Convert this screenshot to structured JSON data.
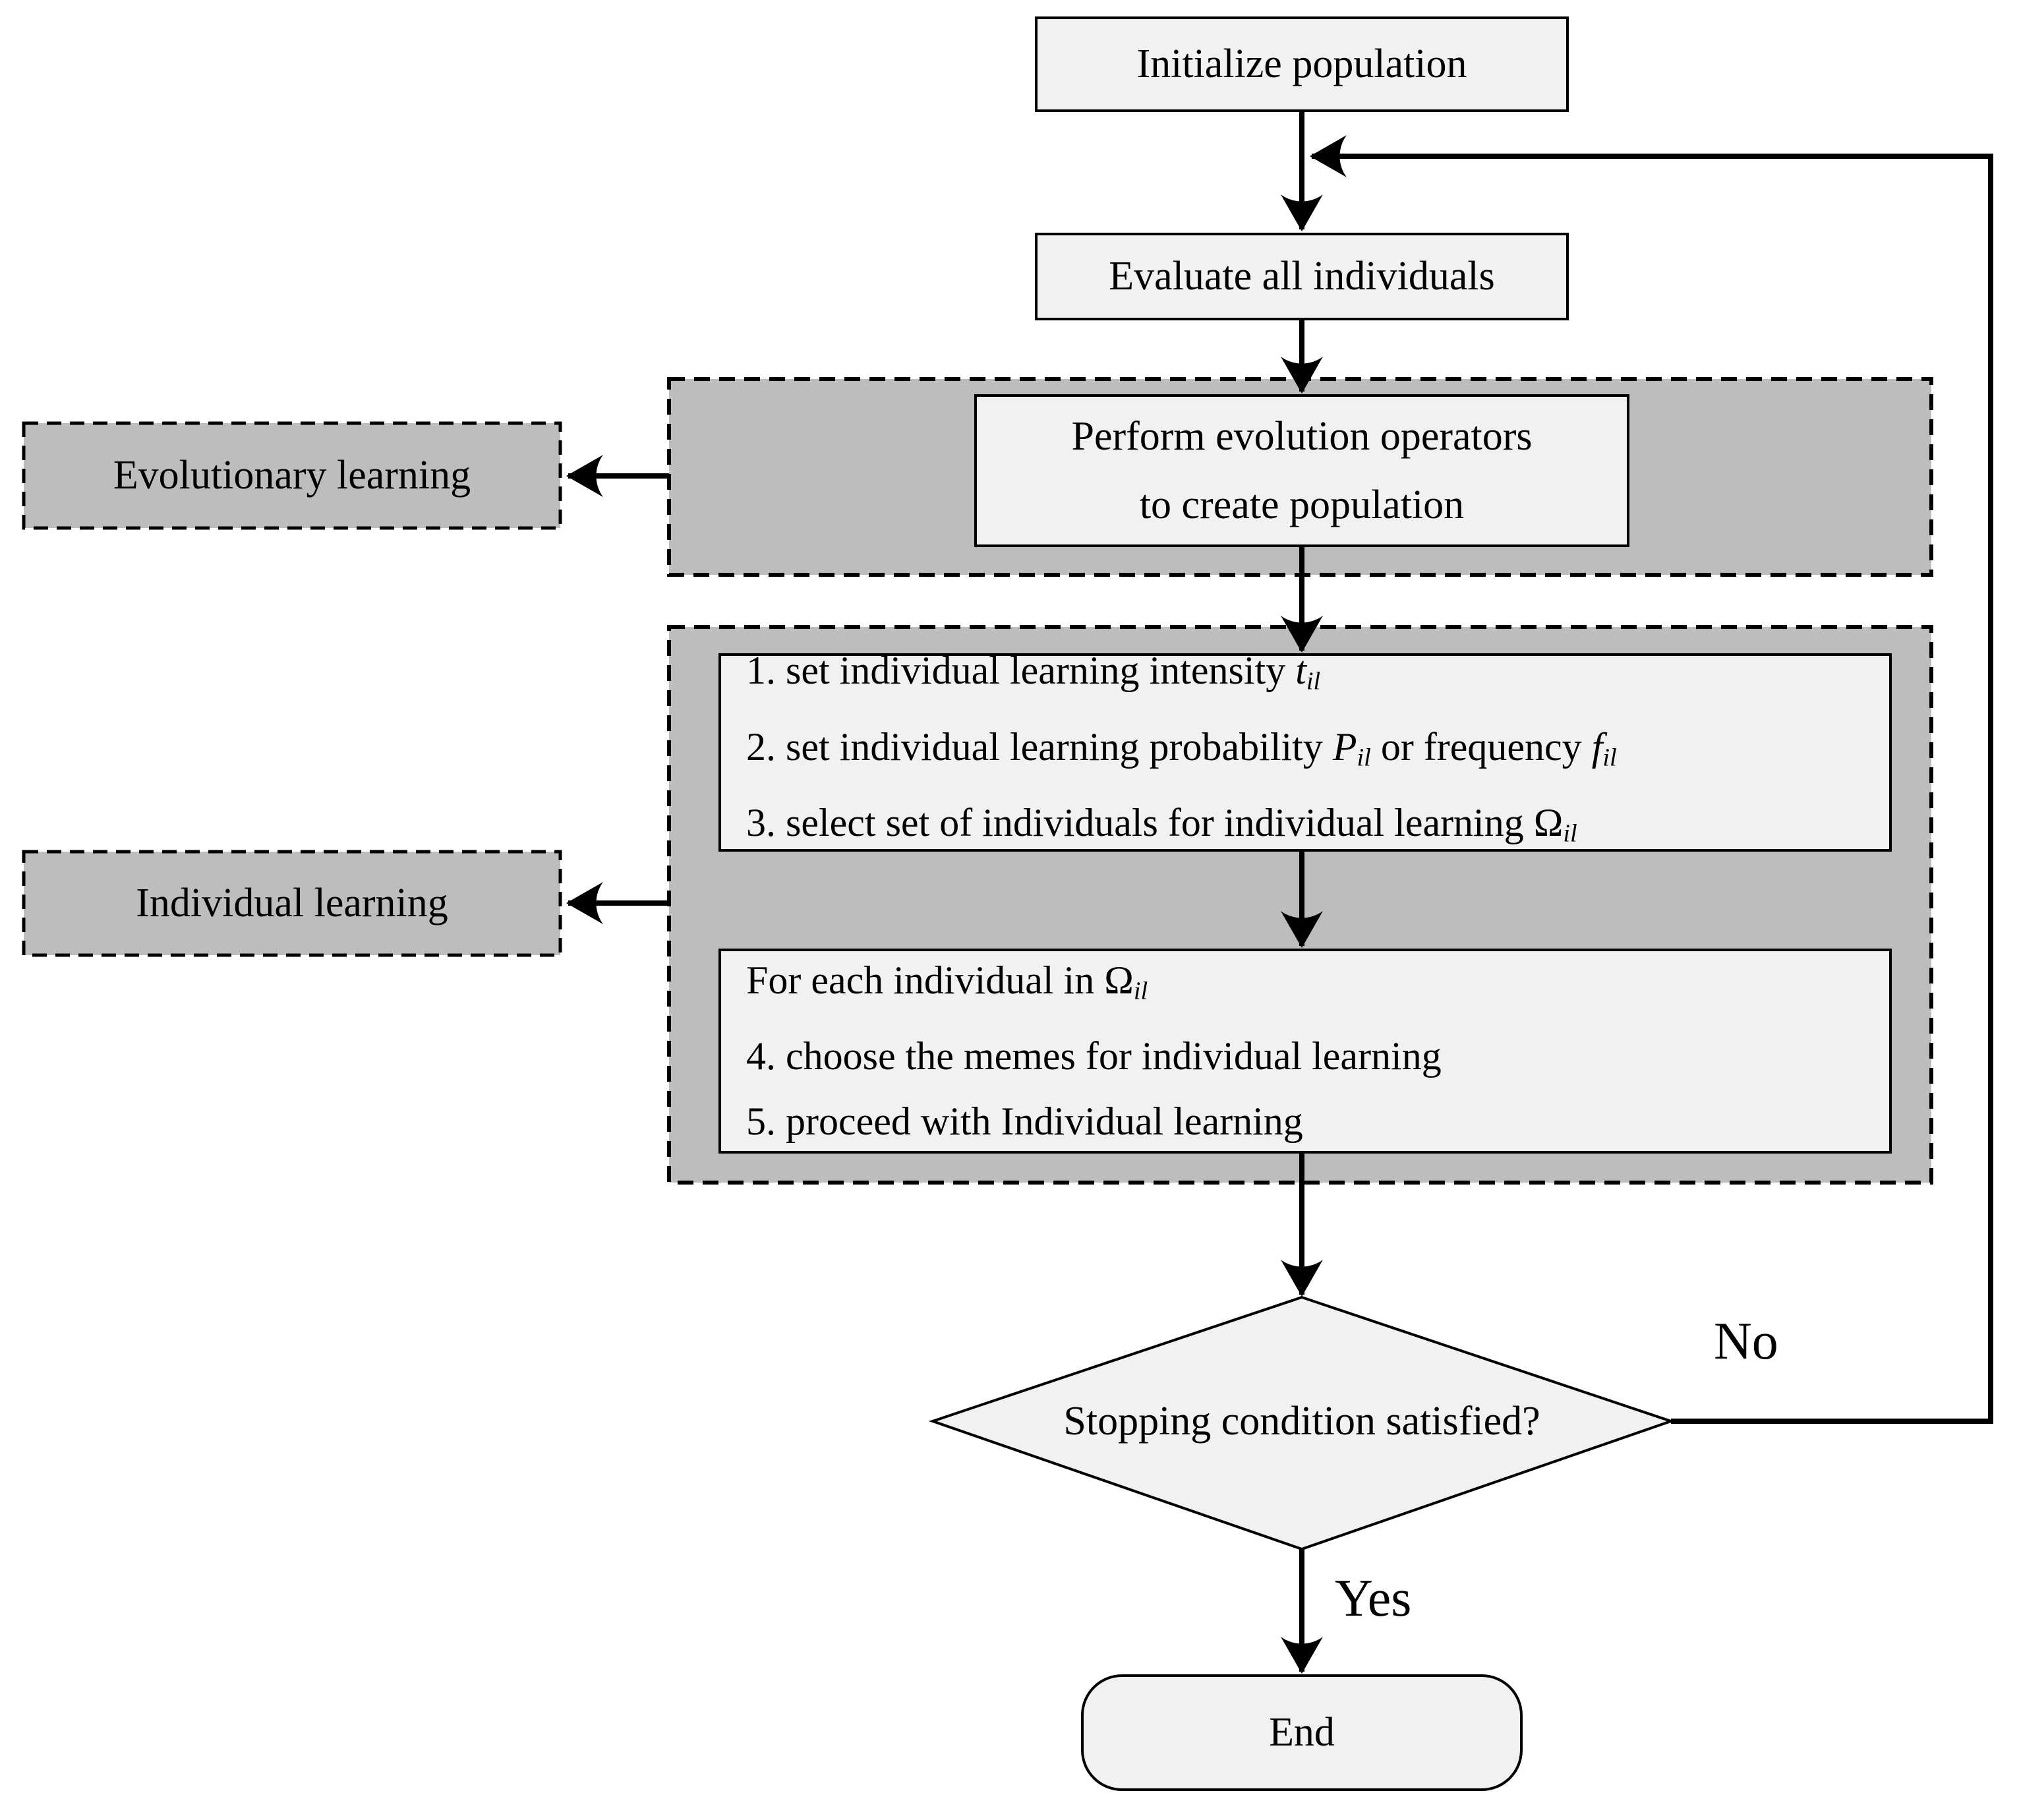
{
  "diagram": {
    "title": "Memetic algorithm flowchart",
    "nodes": {
      "initialize": {
        "label": "Initialize population"
      },
      "evaluate": {
        "label": "Evaluate all individuals"
      },
      "perform": {
        "line1": "Perform evolution operators",
        "line2": "to create population"
      },
      "decision": {
        "label": "Stopping condition satisfied?"
      },
      "end": {
        "label": "End"
      }
    },
    "groups": {
      "evolutionary": {
        "label": "Evolutionary learning"
      },
      "individual": {
        "label": "Individual learning"
      }
    },
    "steps_box1": {
      "lines": [
        [
          [
            "1. set individual learning intensity ",
            ""
          ],
          [
            "t",
            "i"
          ],
          [
            "il",
            "isub"
          ]
        ],
        [
          [
            "2. set individual learning probability ",
            ""
          ],
          [
            "P",
            "i"
          ],
          [
            "il",
            "isub"
          ],
          [
            " or frequency ",
            ""
          ],
          [
            "f",
            "i"
          ],
          [
            "il",
            "isub"
          ]
        ],
        [
          [
            "3. select set of individuals for individual learning ",
            ""
          ],
          [
            "Ω",
            ""
          ],
          [
            "il",
            "isub"
          ]
        ]
      ]
    },
    "steps_box2": {
      "lines": [
        [
          [
            "For each individual in ",
            ""
          ],
          [
            "Ω",
            ""
          ],
          [
            "il",
            "isub"
          ]
        ],
        [
          [
            "4. choose the memes for individual learning",
            ""
          ]
        ],
        [
          [
            "5. proceed with Individual learning",
            ""
          ]
        ]
      ]
    },
    "edges": {
      "no_label": "No",
      "yes_label": "Yes"
    },
    "colors": {
      "group_fill": "#bdbdbd",
      "node_fill": "#f1f1f1",
      "line": "#000000",
      "background": "#ffffff"
    }
  }
}
